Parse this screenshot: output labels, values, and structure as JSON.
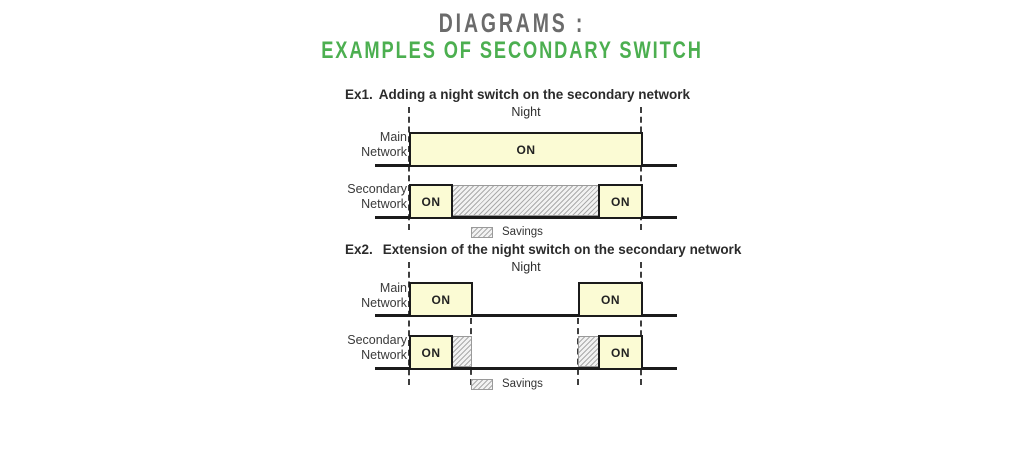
{
  "title": {
    "line1": "DIAGRAMS :",
    "line2": "EXAMPLES OF SECONDARY SWITCH"
  },
  "colors": {
    "title_gray": "#6b6b6b",
    "title_green": "#4caf50",
    "on_box_fill": "#fbfbd4",
    "diagram_line": "#1b1b1b",
    "hatch_gray": "#ababab"
  },
  "examples": [
    {
      "id": "Ex1.",
      "heading": "Adding a night switch on the secondary network",
      "night_label": "Night",
      "rows": [
        {
          "label_line1": "Main",
          "label_line2": "Network",
          "on_labels": [
            "ON"
          ]
        },
        {
          "label_line1": "Secondary",
          "label_line2": "Network",
          "on_labels": [
            "ON",
            "ON"
          ]
        }
      ],
      "legend": "Savings"
    },
    {
      "id": "Ex2.",
      "heading": "Extension of the night switch on the secondary network",
      "night_label": "Night",
      "rows": [
        {
          "label_line1": "Main",
          "label_line2": "Network",
          "on_labels": [
            "ON",
            "ON"
          ]
        },
        {
          "label_line1": "Secondary",
          "label_line2": "Network",
          "on_labels": [
            "ON",
            "ON"
          ]
        }
      ],
      "legend": "Savings"
    }
  ]
}
